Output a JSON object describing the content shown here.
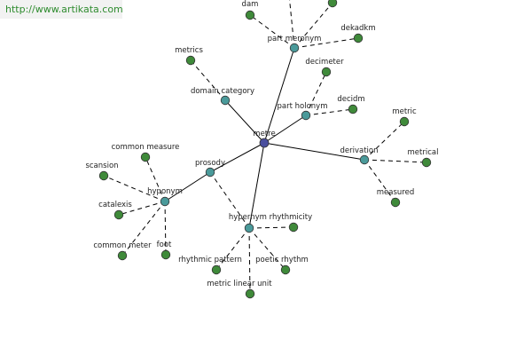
{
  "banner": {
    "url": "http://www.artikata.com"
  },
  "colors": {
    "center": "#4a4f9e",
    "hub": "#4a9a9a",
    "leaf": "#3f8a3a"
  },
  "graph": {
    "nodes": [
      {
        "id": "metre",
        "label": "metre",
        "kind": "center"
      },
      {
        "id": "part-meronym",
        "label": "part meronym",
        "kind": "hub"
      },
      {
        "id": "domain-category",
        "label": "domain category",
        "kind": "hub"
      },
      {
        "id": "part-holonym",
        "label": "part holonym",
        "kind": "hub"
      },
      {
        "id": "derivation",
        "label": "derivation",
        "kind": "hub"
      },
      {
        "id": "prosody",
        "label": "prosody",
        "kind": "hub"
      },
      {
        "id": "hyponym",
        "label": "hyponym",
        "kind": "hub"
      },
      {
        "id": "hypernym",
        "label": "hypernym rhythmicity",
        "kind": "hub"
      },
      {
        "id": "dam",
        "label": "dam",
        "kind": "leaf"
      },
      {
        "id": "top-a",
        "label": "",
        "kind": "leaf"
      },
      {
        "id": "dekadkm",
        "label": "dekadkm",
        "kind": "leaf"
      },
      {
        "id": "metrics",
        "label": "metrics",
        "kind": "leaf"
      },
      {
        "id": "decimeter",
        "label": "decimeter",
        "kind": "leaf"
      },
      {
        "id": "decidm",
        "label": "decidm",
        "kind": "leaf"
      },
      {
        "id": "metric",
        "label": "metric",
        "kind": "leaf"
      },
      {
        "id": "metrical",
        "label": "metrical",
        "kind": "leaf"
      },
      {
        "id": "measured",
        "label": "measured",
        "kind": "leaf"
      },
      {
        "id": "common-measure",
        "label": "common measure",
        "kind": "leaf"
      },
      {
        "id": "scansion",
        "label": "scansion",
        "kind": "leaf"
      },
      {
        "id": "catalexis",
        "label": "catalexis",
        "kind": "leaf"
      },
      {
        "id": "common-meter",
        "label": "common meter",
        "kind": "leaf"
      },
      {
        "id": "foot",
        "label": "foot",
        "kind": "leaf"
      },
      {
        "id": "rhythmicity-leaf",
        "label": "",
        "kind": "leaf"
      },
      {
        "id": "rhythmic-pattern",
        "label": "rhythmic pattern",
        "kind": "leaf"
      },
      {
        "id": "poetic-rhythm",
        "label": "poetic rhythm",
        "kind": "leaf"
      },
      {
        "id": "metric-linear-unit",
        "label": "metric linear unit",
        "kind": "leaf"
      }
    ],
    "edges": [
      {
        "from": "metre",
        "to": "part-meronym",
        "style": "solid"
      },
      {
        "from": "metre",
        "to": "domain-category",
        "style": "solid"
      },
      {
        "from": "metre",
        "to": "part-holonym",
        "style": "solid"
      },
      {
        "from": "metre",
        "to": "derivation",
        "style": "solid"
      },
      {
        "from": "metre",
        "to": "prosody",
        "style": "solid"
      },
      {
        "from": "metre",
        "to": "hypernym",
        "style": "solid"
      },
      {
        "from": "prosody",
        "to": "hyponym",
        "style": "solid"
      },
      {
        "from": "part-meronym",
        "to": "dam",
        "style": "dashed"
      },
      {
        "from": "part-meronym",
        "to": "top-a",
        "style": "dashed"
      },
      {
        "from": "part-meronym",
        "to": "dekadkm",
        "style": "dashed"
      },
      {
        "from": "part-meronym",
        "to": "top-b",
        "style": "dashed"
      },
      {
        "from": "domain-category",
        "to": "metrics",
        "style": "dashed"
      },
      {
        "from": "part-holonym",
        "to": "decimeter",
        "style": "dashed"
      },
      {
        "from": "part-holonym",
        "to": "decidm",
        "style": "dashed"
      },
      {
        "from": "derivation",
        "to": "metric",
        "style": "dashed"
      },
      {
        "from": "derivation",
        "to": "metrical",
        "style": "dashed"
      },
      {
        "from": "derivation",
        "to": "measured",
        "style": "dashed"
      },
      {
        "from": "prosody",
        "to": "hypernym",
        "style": "dashed"
      },
      {
        "from": "hyponym",
        "to": "common-measure",
        "style": "dashed"
      },
      {
        "from": "hyponym",
        "to": "scansion",
        "style": "dashed"
      },
      {
        "from": "hyponym",
        "to": "catalexis",
        "style": "dashed"
      },
      {
        "from": "hyponym",
        "to": "common-meter",
        "style": "dashed"
      },
      {
        "from": "hyponym",
        "to": "foot",
        "style": "dashed"
      },
      {
        "from": "hypernym",
        "to": "rhythmicity-leaf",
        "style": "dashed"
      },
      {
        "from": "hypernym",
        "to": "rhythmic-pattern",
        "style": "dashed"
      },
      {
        "from": "hypernym",
        "to": "poetic-rhythm",
        "style": "dashed"
      },
      {
        "from": "hypernym",
        "to": "metric-linear-unit",
        "style": "dashed"
      }
    ]
  }
}
